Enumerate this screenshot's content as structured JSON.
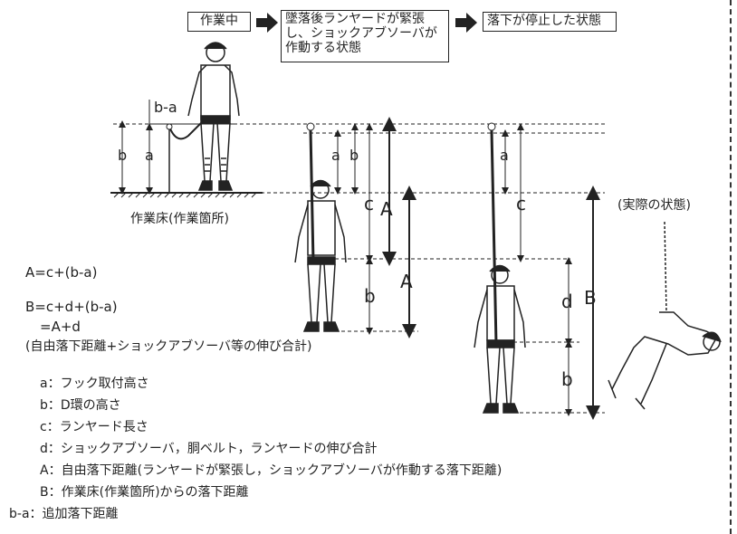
{
  "header": {
    "step1": "作業中",
    "step2": "墜落後ランヤードが緊張し、ショックアブソーバが作動する状態",
    "step3": "落下が停止した状態"
  },
  "labels": {
    "ba": "b-a",
    "a": "a",
    "b": "b",
    "c": "c",
    "d": "d",
    "A": "A",
    "B": "B",
    "floor": "作業床(作業箇所)",
    "actual": "(実際の状態)"
  },
  "formulas": {
    "f1": "A=c+(b-a)",
    "f2": "B=c+d+(b-a)",
    "f3": "=A+d",
    "f4": "(自由落下距離+ショックアブソーバ等の伸び合計)"
  },
  "legend": [
    {
      "key": "a",
      "text": "a：フック取付高さ"
    },
    {
      "key": "b",
      "text": "b：D環の高さ"
    },
    {
      "key": "c",
      "text": "c：ランヤード長さ"
    },
    {
      "key": "d",
      "text": "d：ショックアブソーバ，胴ベルト，ランヤードの伸び合計"
    },
    {
      "key": "A",
      "text": "A：自由落下距離(ランヤードが緊張し，ショックアブソーバが作動する落下距離)"
    },
    {
      "key": "B",
      "text": "B：作業床(作業箇所)からの落下距離"
    },
    {
      "key": "ba",
      "text": "b-a：追加落下距離"
    }
  ],
  "colors": {
    "ink": "#222222",
    "background": "#ffffff"
  }
}
